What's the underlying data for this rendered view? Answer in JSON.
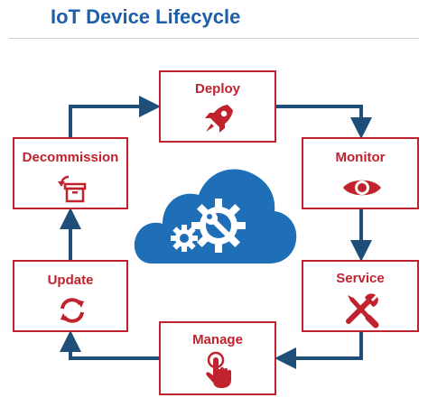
{
  "title": "IoT Device Lifecycle",
  "colors": {
    "title": "#1f5fa8",
    "stage": "#c0222e",
    "arrow": "#1f4e79",
    "cloud": "#1f6fb8"
  },
  "stages": {
    "deploy": {
      "label": "Deploy",
      "icon": "rocket-icon"
    },
    "monitor": {
      "label": "Monitor",
      "icon": "eye-icon"
    },
    "service": {
      "label": "Service",
      "icon": "wrench-screwdriver-icon"
    },
    "manage": {
      "label": "Manage",
      "icon": "hand-pointer-icon"
    },
    "update": {
      "label": "Update",
      "icon": "refresh-icon"
    },
    "decommission": {
      "label": "Decommission",
      "icon": "box-arrow-icon"
    }
  },
  "center": {
    "icon": "cloud-gears-icon"
  }
}
